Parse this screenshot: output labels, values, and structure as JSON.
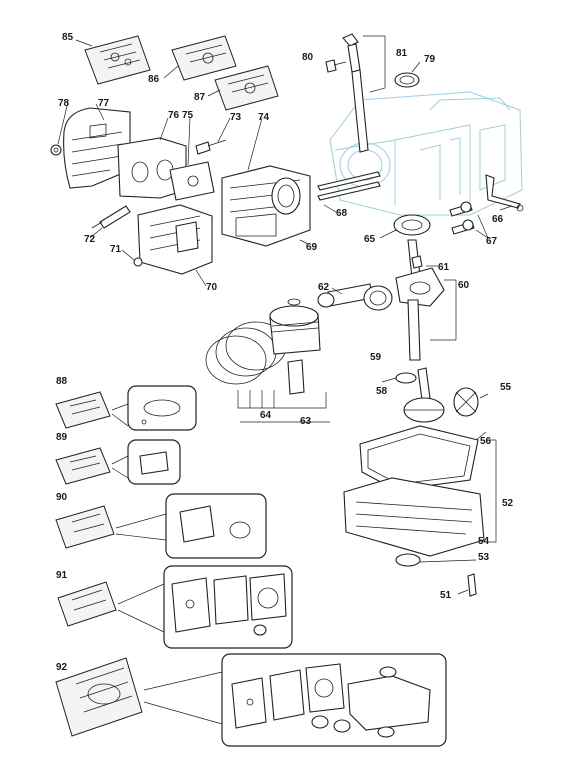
{
  "diagram": {
    "labels": {
      "p51": "51",
      "p52": "52",
      "p53": "53",
      "p54": "54",
      "p55": "55",
      "p56": "56",
      "p58": "58",
      "p59": "59",
      "p60": "60",
      "p61": "61",
      "p62": "62",
      "p63": "63",
      "p64": "64",
      "p65": "65",
      "p66": "66",
      "p67": "67",
      "p68": "68",
      "p69": "69",
      "p70": "70",
      "p71": "71",
      "p72": "72",
      "p73": "73",
      "p74": "74",
      "p75": "75",
      "p76": "76",
      "p77": "77",
      "p78": "78",
      "p79": "79",
      "p80": "80",
      "p81": "81",
      "p85": "85",
      "p86": "86",
      "p87": "87",
      "p88": "88",
      "p89": "89",
      "p90": "90",
      "p91": "91",
      "p92": "92"
    },
    "colors": {
      "line": "#222222",
      "ghost_block": "#9ccfe0",
      "background": "#ffffff"
    }
  }
}
